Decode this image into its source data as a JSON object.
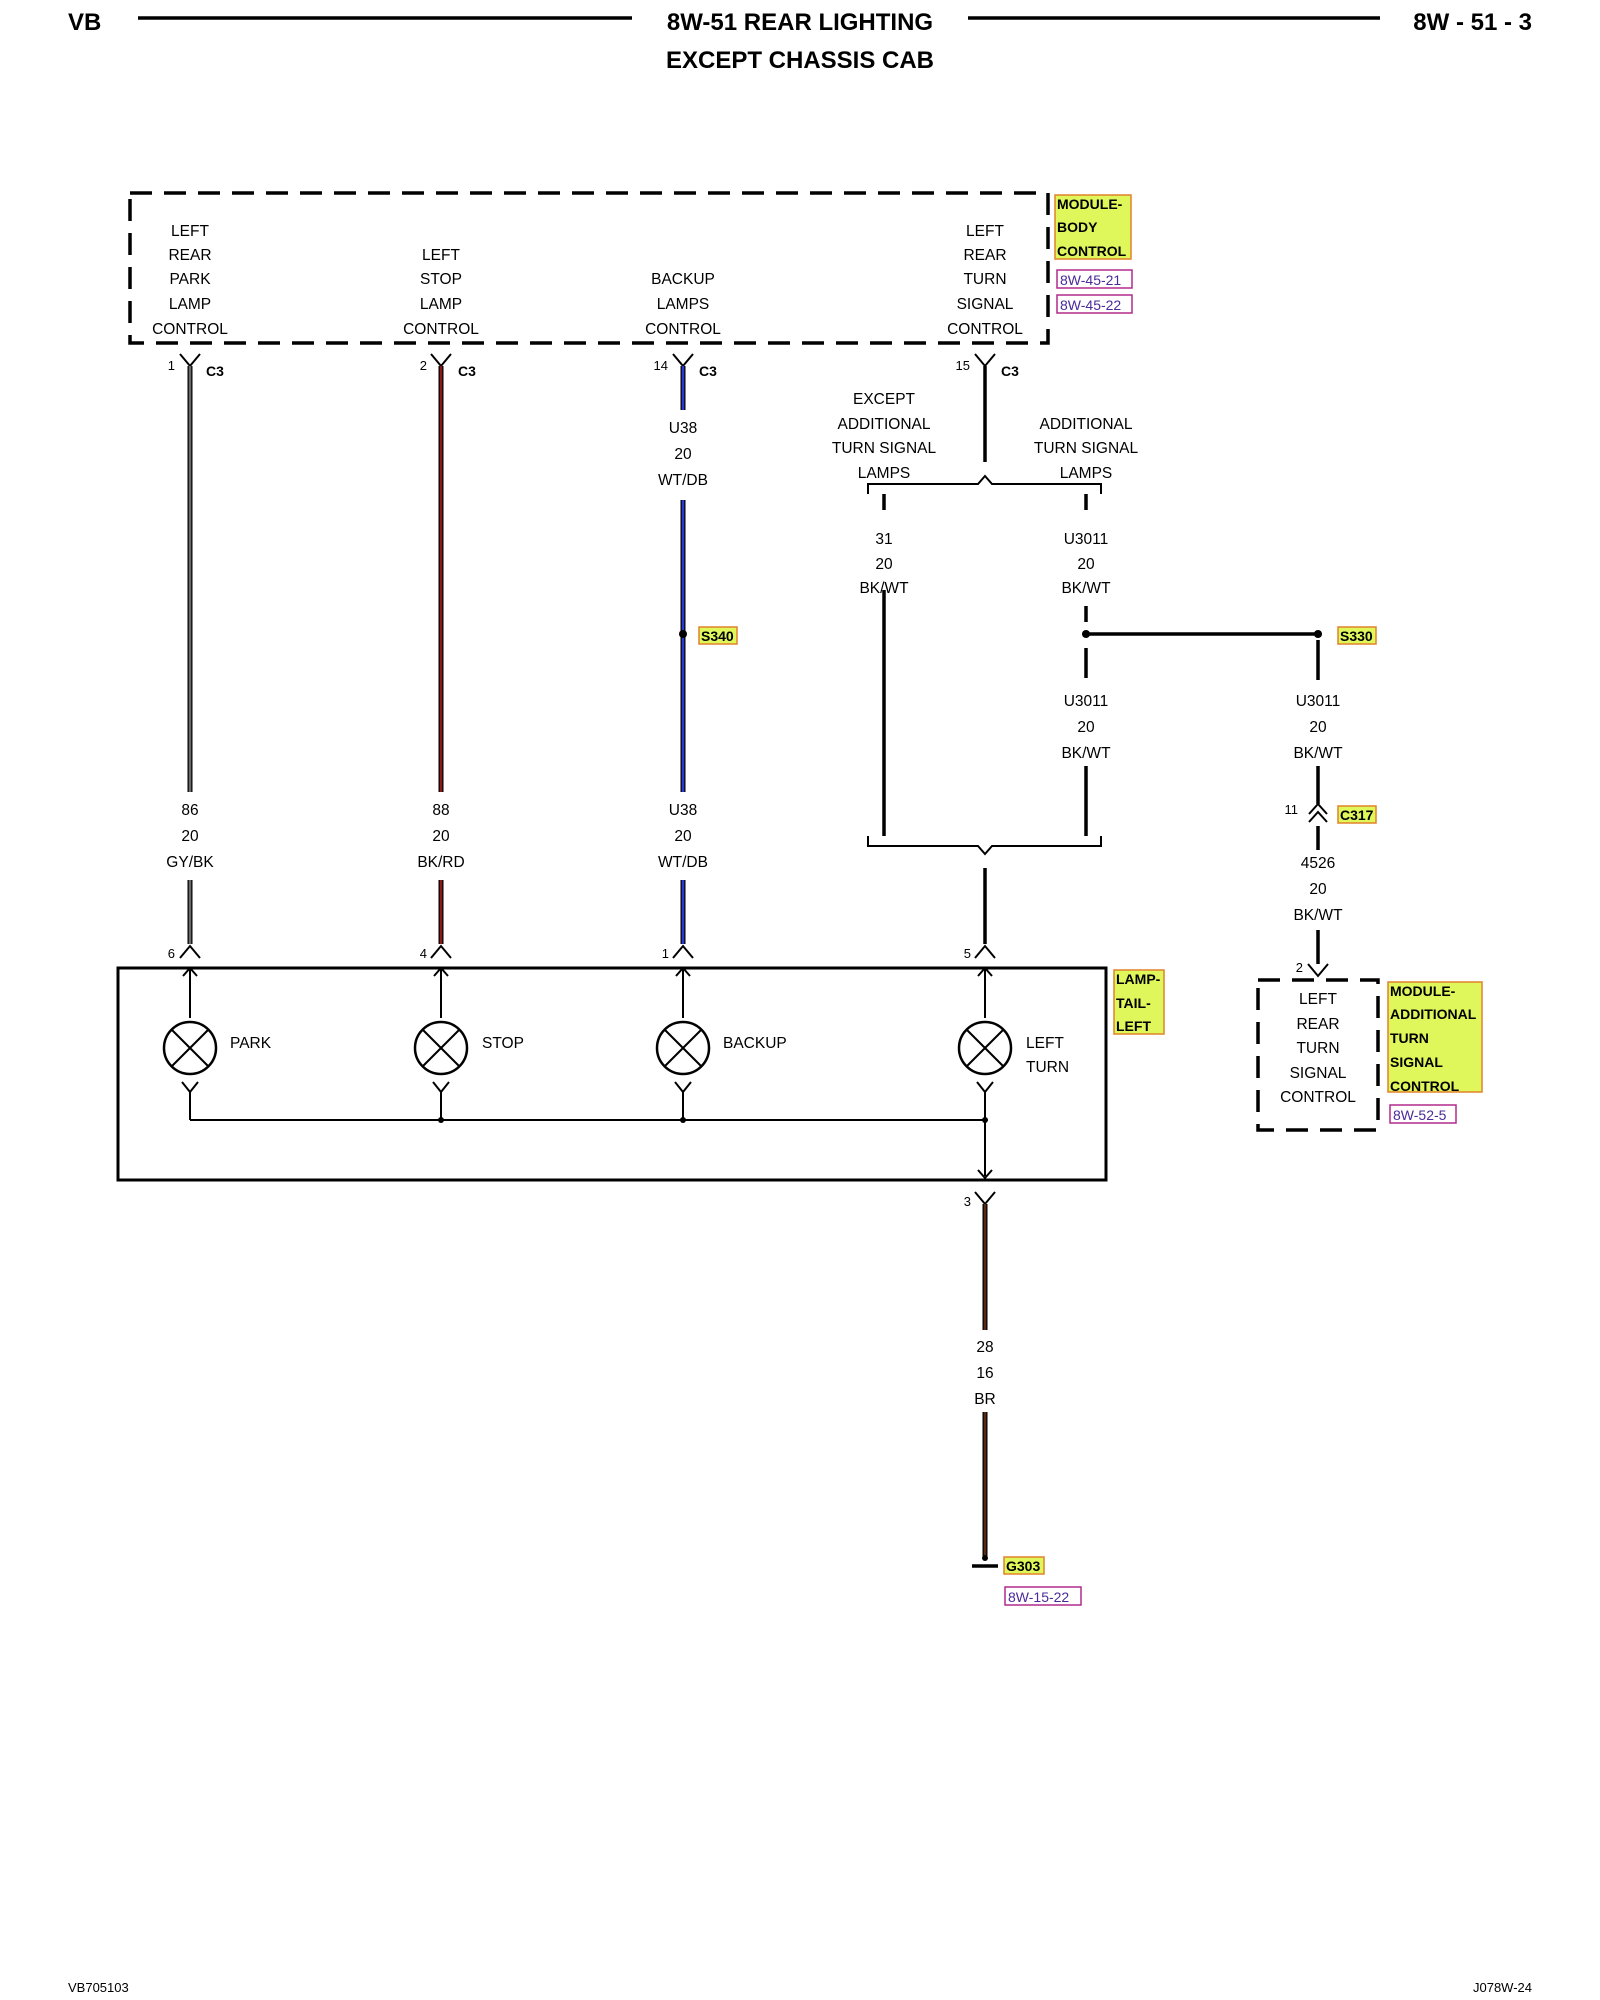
{
  "header": {
    "left": "VB",
    "title_line1": "8W-51 REAR LIGHTING",
    "title_line2": "EXCEPT CHASSIS CAB",
    "right": "8W - 51 - 3"
  },
  "footer": {
    "left": "VB705103",
    "right": "J078W-24"
  },
  "colors": {
    "highlight": "#dff75a",
    "highlight_border": "#e0822a",
    "ref_text": "#4a2a9a",
    "ref_border": "#b02a8c",
    "wire_gy_bk": "#6a6a6a",
    "wire_bk_rd": "#8a1a1a",
    "wire_wt_db": "#2a3ad0",
    "wire_br": "#5a2a10"
  },
  "bcm": {
    "tag": [
      "MODULE-",
      "BODY",
      "CONTROL"
    ],
    "refs": [
      "8W-45-21",
      "8W-45-22"
    ],
    "outputs": [
      [
        "LEFT",
        "REAR",
        "PARK",
        "LAMP",
        "CONTROL"
      ],
      [
        "LEFT",
        "STOP",
        "LAMP",
        "CONTROL"
      ],
      [
        "BACKUP",
        "LAMPS",
        "CONTROL"
      ],
      [
        "LEFT",
        "REAR",
        "TURN",
        "SIGNAL",
        "CONTROL"
      ]
    ],
    "pins": [
      "1",
      "2",
      "14",
      "15"
    ],
    "connector": "C3"
  },
  "circuits": {
    "park_upper": "",
    "stop_upper": "",
    "backup_upper": [
      "U38",
      "20",
      "WT/DB"
    ],
    "park_lower": [
      "86",
      "20",
      "GY/BK"
    ],
    "stop_lower": [
      "88",
      "20",
      "BK/RD"
    ],
    "backup_lower": [
      "U38",
      "20",
      "WT/DB"
    ],
    "turn_except": [
      "31",
      "20",
      "BK/WT"
    ],
    "turn_additional": [
      "U3011",
      "20",
      "BK/WT"
    ],
    "turn_additional_lower": [
      "U3011",
      "20",
      "BK/WT"
    ],
    "splice_to_c317": [
      "U3011",
      "20",
      "BK/WT"
    ],
    "c317_to_module": [
      "4526",
      "20",
      "BK/WT"
    ],
    "ground": [
      "28",
      "16",
      "BR"
    ]
  },
  "options": {
    "except": [
      "EXCEPT",
      "ADDITIONAL",
      "TURN SIGNAL",
      "LAMPS"
    ],
    "additional": [
      "ADDITIONAL",
      "TURN SIGNAL",
      "LAMPS"
    ]
  },
  "splices": {
    "s340": "S340",
    "s330": "S330"
  },
  "c317": {
    "name": "C317",
    "pin": "11"
  },
  "lamp": {
    "tag": [
      "LAMP-",
      "TAIL-",
      "LEFT"
    ],
    "pins": [
      "6",
      "4",
      "1",
      "5",
      "3"
    ],
    "bulbs": [
      [
        "PARK"
      ],
      [
        "STOP"
      ],
      [
        "BACKUP"
      ],
      [
        "LEFT",
        "TURN"
      ]
    ]
  },
  "turn_module": {
    "tag": [
      "MODULE-",
      "ADDITIONAL",
      "TURN",
      "SIGNAL",
      "CONTROL"
    ],
    "ref": "8W-52-5",
    "pin": "2",
    "function": [
      "LEFT",
      "REAR",
      "TURN",
      "SIGNAL",
      "CONTROL"
    ]
  },
  "ground": {
    "name": "G303",
    "ref": "8W-15-22"
  }
}
